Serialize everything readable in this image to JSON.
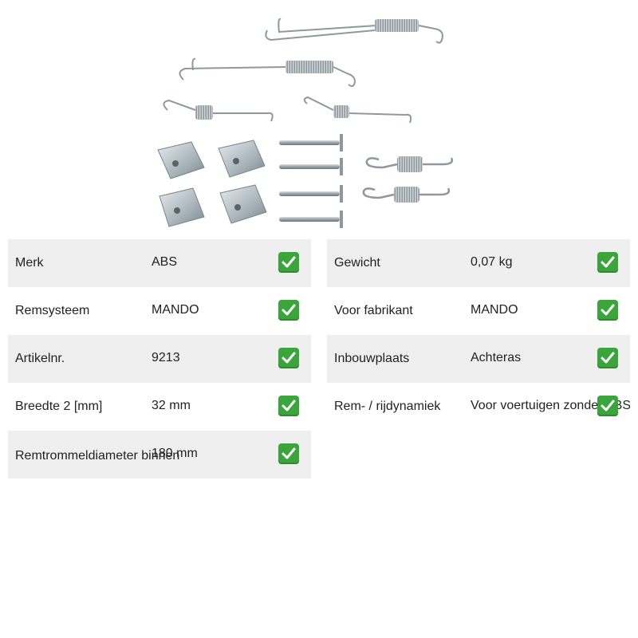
{
  "colors": {
    "row_shade": "#efefef",
    "check_green": "#3aa53a"
  },
  "product_image": {
    "icon": "brake-spring-kit-photo"
  },
  "specs_left": [
    {
      "label": "Merk",
      "value": "ABS",
      "icon": "check-icon"
    },
    {
      "label": "Remsysteem",
      "value": "MANDO",
      "icon": "check-icon"
    },
    {
      "label": "Artikelnr.",
      "value": "9213",
      "icon": "check-icon"
    },
    {
      "label": "Breedte 2 [mm]",
      "value": "32 mm",
      "icon": "check-icon"
    },
    {
      "label": "Remtrommeldiameter binnen",
      "value": "180 mm",
      "icon": "check-icon"
    }
  ],
  "specs_right": [
    {
      "label": "Gewicht",
      "value": "0,07 kg",
      "icon": "check-icon"
    },
    {
      "label": "Voor fabrikant",
      "value": "MANDO",
      "icon": "check-icon"
    },
    {
      "label": "Inbouwplaats",
      "value": "Achteras",
      "icon": "check-icon"
    },
    {
      "label": "Rem- / rijdynamiek",
      "value": "Voor voertuigen zonder ABS",
      "icon": "check-icon"
    }
  ]
}
